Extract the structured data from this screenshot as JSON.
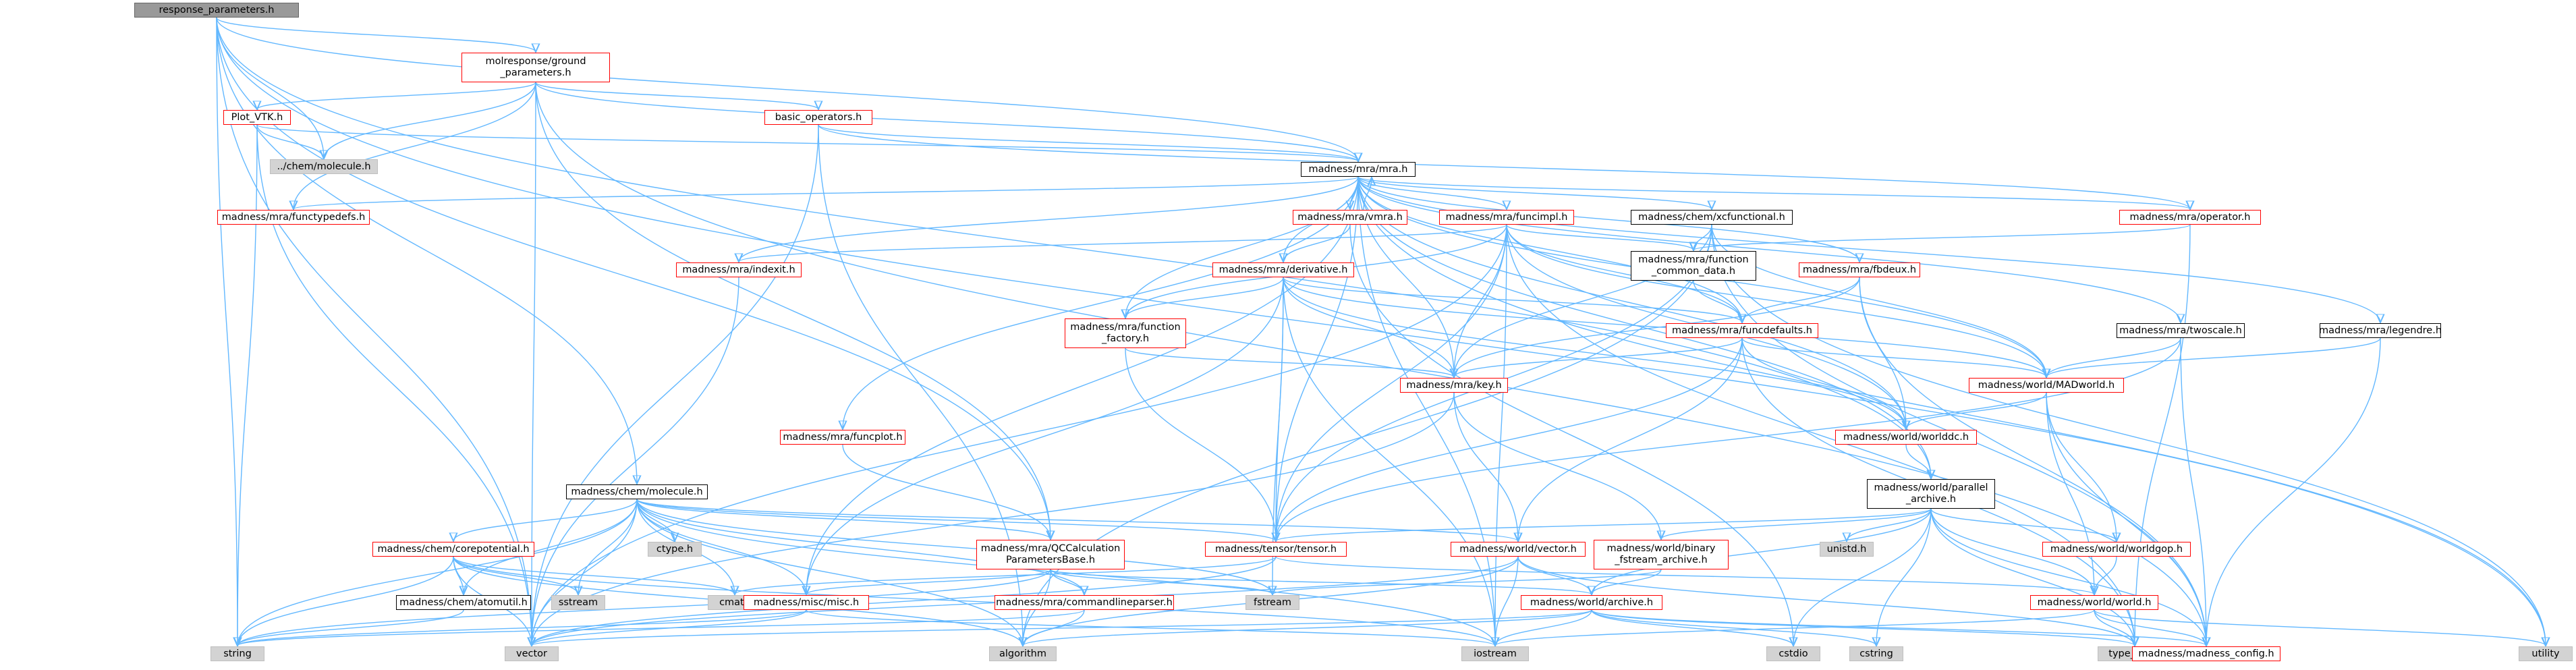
{
  "graph": {
    "type": "include-dependency-graph",
    "colors": {
      "edge": "#63b8ff",
      "link_border": "#ff0000",
      "plain_border": "#000000",
      "system_fill": "#d3d3d3",
      "root_fill": "#999999"
    },
    "nodes": [
      {
        "id": "response_parameters",
        "label": "response_parameters.h",
        "style": "root"
      },
      {
        "id": "molresponse_ground",
        "label": "molresponse/ground\n_parameters.h",
        "style": "red"
      },
      {
        "id": "plot_vtk",
        "label": "Plot_VTK.h",
        "style": "red"
      },
      {
        "id": "basic_operators",
        "label": "basic_operators.h",
        "style": "red"
      },
      {
        "id": "chem_molecule_rel",
        "label": "../chem/molecule.h",
        "style": "grey"
      },
      {
        "id": "mra_mra",
        "label": "madness/mra/mra.h",
        "style": "plain"
      },
      {
        "id": "mra_functypedefs",
        "label": "madness/mra/functypedefs.h",
        "style": "red"
      },
      {
        "id": "mra_vmra",
        "label": "madness/mra/vmra.h",
        "style": "red"
      },
      {
        "id": "mra_funcimpl",
        "label": "madness/mra/funcimpl.h",
        "style": "red"
      },
      {
        "id": "chem_xcfunctional",
        "label": "madness/chem/xcfunctional.h",
        "style": "plain"
      },
      {
        "id": "mra_operator",
        "label": "madness/mra/operator.h",
        "style": "red"
      },
      {
        "id": "mra_function_common_data",
        "label": "madness/mra/function\n_common_data.h",
        "style": "plain"
      },
      {
        "id": "mra_indexit",
        "label": "madness/mra/indexit.h",
        "style": "red"
      },
      {
        "id": "mra_derivative",
        "label": "madness/mra/derivative.h",
        "style": "red"
      },
      {
        "id": "mra_fbdeux",
        "label": "madness/mra/fbdeux.h",
        "style": "red"
      },
      {
        "id": "mra_function_factory",
        "label": "madness/mra/function\n_factory.h",
        "style": "red"
      },
      {
        "id": "mra_funcdefaults",
        "label": "madness/mra/funcdefaults.h",
        "style": "red"
      },
      {
        "id": "mra_twoscale",
        "label": "madness/mra/twoscale.h",
        "style": "plain"
      },
      {
        "id": "mra_legendre",
        "label": "madness/mra/legendre.h",
        "style": "plain"
      },
      {
        "id": "mra_key",
        "label": "madness/mra/key.h",
        "style": "red"
      },
      {
        "id": "world_madworld",
        "label": "madness/world/MADworld.h",
        "style": "red"
      },
      {
        "id": "mra_funcplot",
        "label": "madness/mra/funcplot.h",
        "style": "red"
      },
      {
        "id": "world_worlddc",
        "label": "madness/world/worlddc.h",
        "style": "red"
      },
      {
        "id": "chem_molecule",
        "label": "madness/chem/molecule.h",
        "style": "plain"
      },
      {
        "id": "world_parallel_archive",
        "label": "madness/world/parallel\n_archive.h",
        "style": "plain"
      },
      {
        "id": "ctype",
        "label": "ctype.h",
        "style": "grey"
      },
      {
        "id": "unistd",
        "label": "unistd.h",
        "style": "grey"
      },
      {
        "id": "chem_corepotential",
        "label": "madness/chem/corepotential.h",
        "style": "red"
      },
      {
        "id": "mra_qccalc",
        "label": "madness/mra/QCCalculation\nParametersBase.h",
        "style": "red"
      },
      {
        "id": "tensor_tensor",
        "label": "madness/tensor/tensor.h",
        "style": "red"
      },
      {
        "id": "world_vector",
        "label": "madness/world/vector.h",
        "style": "red"
      },
      {
        "id": "world_binary_fstream",
        "label": "madness/world/binary\n_fstream_archive.h",
        "style": "red"
      },
      {
        "id": "world_worldgop",
        "label": "madness/world/worldgop.h",
        "style": "red"
      },
      {
        "id": "chem_atomutil",
        "label": "madness/chem/atomutil.h",
        "style": "plain"
      },
      {
        "id": "sstream",
        "label": "sstream",
        "style": "grey"
      },
      {
        "id": "cmath",
        "label": "cmath",
        "style": "grey"
      },
      {
        "id": "misc_misc",
        "label": "madness/misc/misc.h",
        "style": "red"
      },
      {
        "id": "mra_commandlineparser",
        "label": "madness/mra/commandlineparser.h",
        "style": "red"
      },
      {
        "id": "fstream",
        "label": "fstream",
        "style": "grey"
      },
      {
        "id": "world_archive",
        "label": "madness/world/archive.h",
        "style": "red"
      },
      {
        "id": "world_world",
        "label": "madness/world/world.h",
        "style": "red"
      },
      {
        "id": "string",
        "label": "string",
        "style": "grey"
      },
      {
        "id": "vector",
        "label": "vector",
        "style": "grey"
      },
      {
        "id": "algorithm",
        "label": "algorithm",
        "style": "grey"
      },
      {
        "id": "iostream",
        "label": "iostream",
        "style": "grey"
      },
      {
        "id": "cstdio",
        "label": "cstdio",
        "style": "grey"
      },
      {
        "id": "cstring",
        "label": "cstring",
        "style": "grey"
      },
      {
        "id": "type_traits",
        "label": "type_traits",
        "style": "grey"
      },
      {
        "id": "madness_config",
        "label": "madness/madness_config.h",
        "style": "red"
      },
      {
        "id": "utility",
        "label": "utility",
        "style": "grey"
      }
    ],
    "edges": [
      [
        "response_parameters",
        "molresponse_ground"
      ],
      [
        "response_parameters",
        "mra_mra"
      ],
      [
        "response_parameters",
        "chem_molecule"
      ],
      [
        "response_parameters",
        "mra_qccalc"
      ],
      [
        "response_parameters",
        "world_parallel_archive"
      ],
      [
        "response_parameters",
        "string"
      ],
      [
        "response_parameters",
        "vector"
      ],
      [
        "response_parameters",
        "utility"
      ],
      [
        "response_parameters",
        "chem_molecule_rel"
      ],
      [
        "molresponse_ground",
        "plot_vtk"
      ],
      [
        "molresponse_ground",
        "basic_operators"
      ],
      [
        "molresponse_ground",
        "chem_molecule_rel"
      ],
      [
        "molresponse_ground",
        "mra_functypedefs"
      ],
      [
        "molresponse_ground",
        "mra_mra"
      ],
      [
        "molresponse_ground",
        "mra_qccalc"
      ],
      [
        "molresponse_ground",
        "vector"
      ],
      [
        "molresponse_ground",
        "madness_config"
      ],
      [
        "plot_vtk",
        "chem_molecule_rel"
      ],
      [
        "plot_vtk",
        "mra_mra"
      ],
      [
        "plot_vtk",
        "string"
      ],
      [
        "plot_vtk",
        "vector"
      ],
      [
        "basic_operators",
        "mra_mra"
      ],
      [
        "basic_operators",
        "mra_operator"
      ],
      [
        "basic_operators",
        "vector"
      ],
      [
        "basic_operators",
        "algorithm"
      ],
      [
        "mra_mra",
        "mra_functypedefs"
      ],
      [
        "mra_mra",
        "mra_vmra"
      ],
      [
        "mra_mra",
        "mra_funcimpl"
      ],
      [
        "mra_mra",
        "chem_xcfunctional"
      ],
      [
        "mra_mra",
        "mra_operator"
      ],
      [
        "mra_mra",
        "mra_indexit"
      ],
      [
        "mra_mra",
        "mra_derivative"
      ],
      [
        "mra_mra",
        "mra_fbdeux"
      ],
      [
        "mra_mra",
        "mra_twoscale"
      ],
      [
        "mra_mra",
        "mra_legendre"
      ],
      [
        "mra_mra",
        "mra_key"
      ],
      [
        "mra_mra",
        "world_madworld"
      ],
      [
        "mra_mra",
        "mra_funcplot"
      ],
      [
        "mra_mra",
        "world_worlddc"
      ],
      [
        "mra_mra",
        "tensor_tensor"
      ],
      [
        "mra_mra",
        "misc_misc"
      ],
      [
        "mra_mra",
        "mra_function_factory"
      ],
      [
        "mra_mra",
        "mra_funcdefaults"
      ],
      [
        "mra_mra",
        "world_parallel_archive"
      ],
      [
        "mra_mra",
        "utility"
      ],
      [
        "mra_mra",
        "iostream"
      ],
      [
        "mra_vmra",
        "mra_mra"
      ],
      [
        "mra_vmra",
        "mra_derivative"
      ],
      [
        "mra_vmra",
        "cstdio"
      ],
      [
        "mra_funcimpl",
        "mra_indexit"
      ],
      [
        "mra_funcimpl",
        "mra_function_common_data"
      ],
      [
        "mra_funcimpl",
        "mra_funcdefaults"
      ],
      [
        "mra_funcimpl",
        "mra_key"
      ],
      [
        "mra_funcimpl",
        "world_madworld"
      ],
      [
        "mra_funcimpl",
        "tensor_tensor"
      ],
      [
        "mra_funcimpl",
        "mra_function_factory"
      ],
      [
        "mra_funcimpl",
        "world_worlddc"
      ],
      [
        "mra_funcimpl",
        "iostream"
      ],
      [
        "mra_funcimpl",
        "type_traits"
      ],
      [
        "mra_funcimpl",
        "vector"
      ],
      [
        "chem_xcfunctional",
        "mra_function_common_data"
      ],
      [
        "chem_xcfunctional",
        "mra_key"
      ],
      [
        "chem_xcfunctional",
        "tensor_tensor"
      ],
      [
        "chem_xcfunctional",
        "world_madworld"
      ],
      [
        "chem_xcfunctional",
        "algorithm"
      ],
      [
        "chem_xcfunctional",
        "utility"
      ],
      [
        "chem_xcfunctional",
        "madness_config"
      ],
      [
        "mra_operator",
        "mra_function_common_data"
      ],
      [
        "mra_operator",
        "type_traits"
      ],
      [
        "mra_function_common_data",
        "mra_funcdefaults"
      ],
      [
        "mra_indexit",
        "vector"
      ],
      [
        "mra_derivative",
        "mra_function_factory"
      ],
      [
        "mra_derivative",
        "mra_funcdefaults"
      ],
      [
        "mra_derivative",
        "mra_key"
      ],
      [
        "mra_derivative",
        "tensor_tensor"
      ],
      [
        "mra_derivative",
        "world_madworld"
      ],
      [
        "mra_derivative",
        "world_worlddc"
      ],
      [
        "mra_derivative",
        "misc_misc"
      ],
      [
        "mra_derivative",
        "iostream"
      ],
      [
        "mra_derivative",
        "fstream"
      ],
      [
        "mra_fbdeux",
        "mra_funcdefaults"
      ],
      [
        "mra_fbdeux",
        "mra_key"
      ],
      [
        "mra_fbdeux",
        "world_worlddc"
      ],
      [
        "mra_fbdeux",
        "madness_config"
      ],
      [
        "mra_function_factory",
        "mra_key"
      ],
      [
        "mra_function_factory",
        "tensor_tensor"
      ],
      [
        "mra_funcdefaults",
        "mra_key"
      ],
      [
        "mra_funcdefaults",
        "world_madworld"
      ],
      [
        "mra_funcdefaults",
        "world_worlddc"
      ],
      [
        "mra_funcdefaults",
        "world_vector"
      ],
      [
        "mra_funcdefaults",
        "tensor_tensor"
      ],
      [
        "mra_funcdefaults",
        "type_traits"
      ],
      [
        "mra_twoscale",
        "world_madworld"
      ],
      [
        "mra_twoscale",
        "tensor_tensor"
      ],
      [
        "mra_twoscale",
        "madness_config"
      ],
      [
        "mra_legendre",
        "world_madworld"
      ],
      [
        "mra_legendre",
        "madness_config"
      ],
      [
        "mra_key",
        "world_vector"
      ],
      [
        "mra_key",
        "world_binary_fstream"
      ],
      [
        "mra_key",
        "vector"
      ],
      [
        "world_madworld",
        "world_worlddc"
      ],
      [
        "world_madworld",
        "world_worldgop"
      ],
      [
        "world_madworld",
        "world_world"
      ],
      [
        "world_madworld",
        "madness_config"
      ],
      [
        "mra_funcplot",
        "mra_qccalc"
      ],
      [
        "world_worlddc",
        "world_parallel_archive"
      ],
      [
        "chem_molecule",
        "chem_corepotential"
      ],
      [
        "chem_molecule",
        "chem_atomutil"
      ],
      [
        "chem_molecule",
        "mra_qccalc"
      ],
      [
        "chem_molecule",
        "tensor_tensor"
      ],
      [
        "chem_molecule",
        "world_vector"
      ],
      [
        "chem_molecule",
        "misc_misc"
      ],
      [
        "chem_molecule",
        "mra_commandlineparser"
      ],
      [
        "chem_molecule",
        "ctype"
      ],
      [
        "chem_molecule",
        "cmath"
      ],
      [
        "chem_molecule",
        "string"
      ],
      [
        "chem_molecule",
        "vector"
      ],
      [
        "chem_molecule",
        "algorithm"
      ],
      [
        "chem_molecule",
        "iostream"
      ],
      [
        "chem_molecule",
        "fstream"
      ],
      [
        "chem_molecule",
        "sstream"
      ],
      [
        "world_parallel_archive",
        "world_archive"
      ],
      [
        "world_parallel_archive",
        "world_worldgop"
      ],
      [
        "world_parallel_archive",
        "world_world"
      ],
      [
        "world_parallel_archive",
        "world_binary_fstream"
      ],
      [
        "world_parallel_archive",
        "unistd"
      ],
      [
        "world_parallel_archive",
        "cstdio"
      ],
      [
        "world_parallel_archive",
        "cstring"
      ],
      [
        "world_parallel_archive",
        "type_traits"
      ],
      [
        "world_parallel_archive",
        "madness_config"
      ],
      [
        "world_parallel_archive",
        "tensor_tensor"
      ],
      [
        "chem_corepotential",
        "chem_atomutil"
      ],
      [
        "chem_corepotential",
        "sstream"
      ],
      [
        "chem_corepotential",
        "cmath"
      ],
      [
        "chem_corepotential",
        "string"
      ],
      [
        "chem_corepotential",
        "vector"
      ],
      [
        "chem_corepotential",
        "algorithm"
      ],
      [
        "chem_corepotential",
        "iostream"
      ],
      [
        "mra_qccalc",
        "misc_misc"
      ],
      [
        "mra_qccalc",
        "mra_commandlineparser"
      ],
      [
        "mra_qccalc",
        "world_archive"
      ],
      [
        "mra_qccalc",
        "fstream"
      ],
      [
        "mra_qccalc",
        "algorithm"
      ],
      [
        "mra_qccalc",
        "string"
      ],
      [
        "tensor_tensor",
        "world_world"
      ],
      [
        "tensor_tensor",
        "vector"
      ],
      [
        "tensor_tensor",
        "cmath"
      ],
      [
        "world_vector",
        "world_archive"
      ],
      [
        "world_vector",
        "iostream"
      ],
      [
        "world_vector",
        "algorithm"
      ],
      [
        "world_vector",
        "vector"
      ],
      [
        "world_vector",
        "type_traits"
      ],
      [
        "world_binary_fstream",
        "world_archive"
      ],
      [
        "world_binary_fstream",
        "fstream"
      ],
      [
        "world_worldgop",
        "world_world"
      ],
      [
        "chem_atomutil",
        "string"
      ],
      [
        "misc_misc",
        "string"
      ],
      [
        "misc_misc",
        "vector"
      ],
      [
        "misc_misc",
        "iostream"
      ],
      [
        "mra_commandlineparser",
        "algorithm"
      ],
      [
        "mra_commandlineparser",
        "string"
      ],
      [
        "world_archive",
        "iostream"
      ],
      [
        "world_archive",
        "algorithm"
      ],
      [
        "world_archive",
        "vector"
      ],
      [
        "world_archive",
        "cstdio"
      ],
      [
        "world_archive",
        "cstring"
      ],
      [
        "world_archive",
        "type_traits"
      ],
      [
        "world_archive",
        "madness_config"
      ],
      [
        "world_world",
        "iostream"
      ],
      [
        "world_world",
        "type_traits"
      ],
      [
        "world_world",
        "utility"
      ],
      [
        "world_world",
        "madness_config"
      ]
    ]
  }
}
